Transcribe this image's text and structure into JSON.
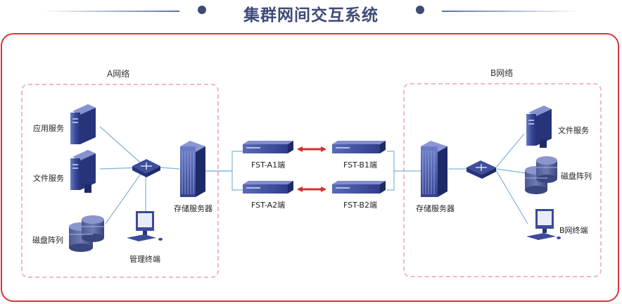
{
  "title": "集群网间交互系统",
  "network_a": {
    "label": "A网络",
    "app_server": "应用服务",
    "file_server": "文件服务",
    "disk_array": "磁盘阵列",
    "mgmt_terminal": "管理终端",
    "storage_server": "存储服务器"
  },
  "network_b": {
    "label": "B网络",
    "file_server": "文件服务",
    "disk_array": "磁盘阵列",
    "terminal": "B网终端",
    "storage_server": "存储服务器"
  },
  "devices": {
    "a1": "FST-A1端",
    "b1": "FST-B1端",
    "a2": "FST-A2端",
    "b2": "FST-B2端"
  },
  "colors": {
    "title": "#3e4a78",
    "frame": "#d9343c",
    "dashed": "#f0b8c2",
    "device": "#3b4a9a",
    "line": "#7fb3d9",
    "arrow": "#d32f2f"
  }
}
